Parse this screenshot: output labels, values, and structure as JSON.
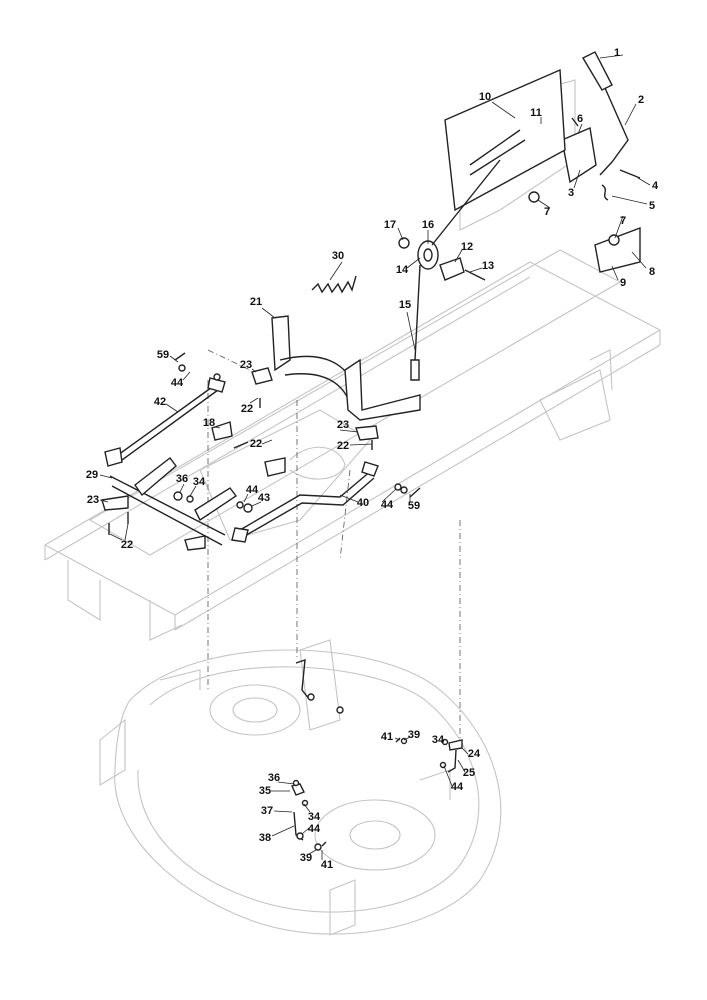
{
  "diagram": {
    "callouts": [
      "1",
      "2",
      "10",
      "11",
      "6",
      "3",
      "4",
      "5",
      "7",
      "7",
      "8",
      "9",
      "17",
      "16",
      "12",
      "14",
      "13",
      "30",
      "15",
      "21",
      "59",
      "44",
      "23",
      "22",
      "42",
      "18",
      "22",
      "23",
      "22",
      "29",
      "36",
      "34",
      "44",
      "43",
      "40",
      "44",
      "59",
      "23",
      "22",
      "41",
      "39",
      "34",
      "24",
      "25",
      "44",
      "36",
      "35",
      "34",
      "37",
      "44",
      "38",
      "39",
      "41"
    ]
  }
}
